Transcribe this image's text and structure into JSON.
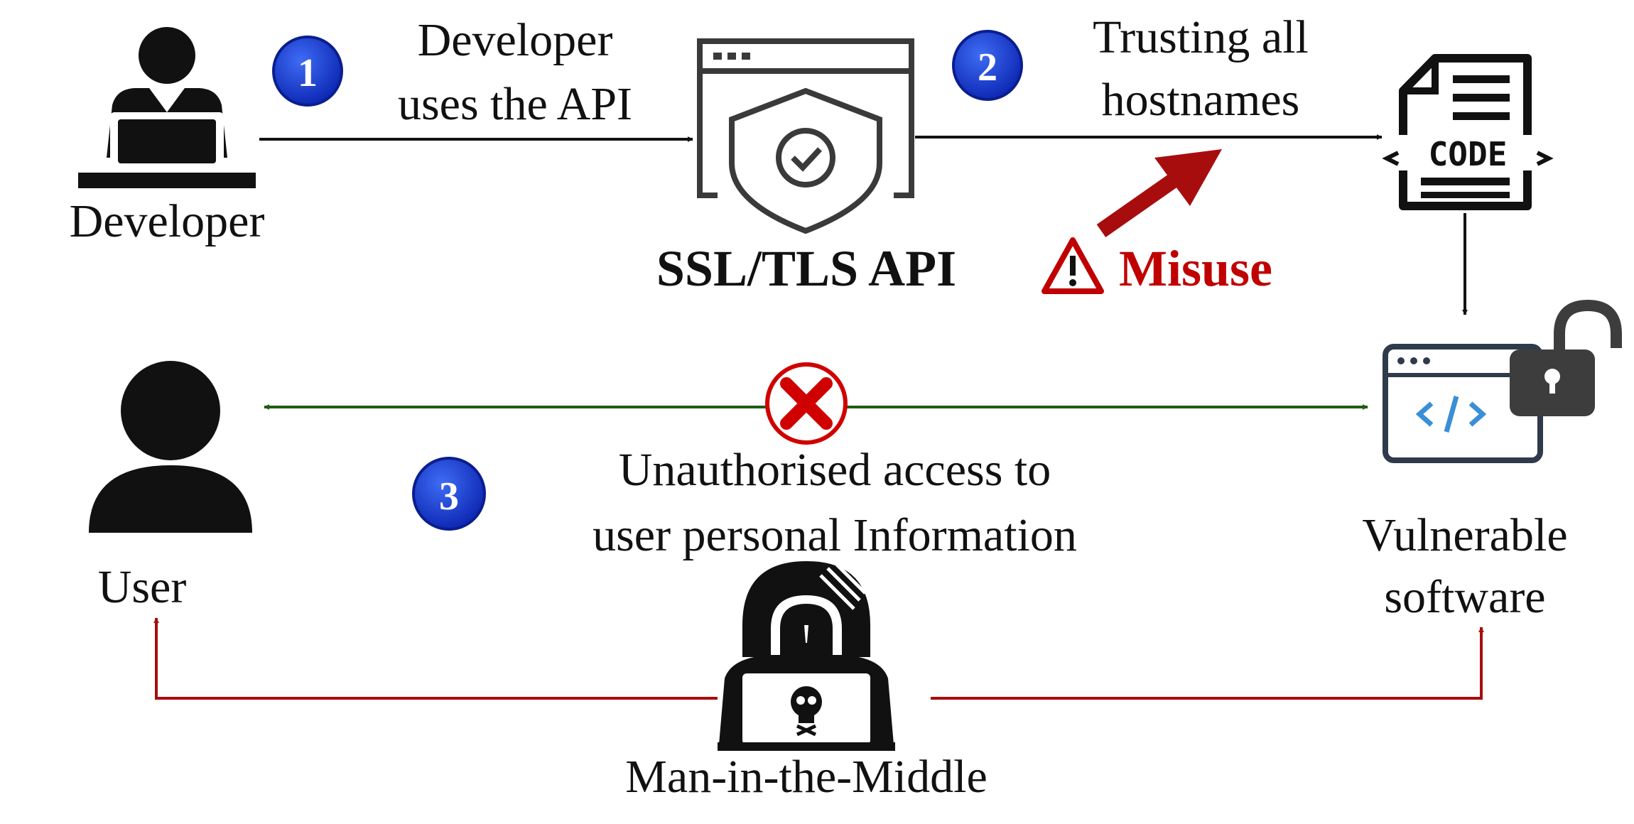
{
  "steps": {
    "one": {
      "number": "1",
      "text_line1": "Developer",
      "text_line2": "uses the API"
    },
    "two": {
      "number": "2",
      "text_line1": "Trusting all",
      "text_line2": "hostnames"
    },
    "three": {
      "number": "3",
      "text_line1": "Unauthorised access to",
      "text_line2": "user personal Information"
    }
  },
  "nodes": {
    "developer": {
      "label": "Developer",
      "icon": "developer-laptop-icon"
    },
    "api": {
      "label": "SSL/TLS API",
      "icon": "shield-check-window-icon"
    },
    "code": {
      "label": "CODE",
      "icon": "code-document-icon"
    },
    "vulnerable": {
      "label_line1": "Vulnerable",
      "label_line2": "software",
      "icon": "code-window-unlocked-icon"
    },
    "user": {
      "label": "User",
      "icon": "user-silhouette-icon"
    },
    "attacker": {
      "label": "Man-in-the-Middle",
      "icon": "hooded-hacker-icon"
    }
  },
  "misuse": {
    "label": "Misuse",
    "icon": "warning-triangle-icon"
  },
  "colors": {
    "badge": "#1034d6",
    "arrow_black": "#111111",
    "arrow_green": "#1f5c12",
    "arrow_red": "#a80d0d",
    "misuse": "#c00000",
    "code_blue": "#3a8fd6",
    "lock_gray": "#3d3d3d"
  }
}
